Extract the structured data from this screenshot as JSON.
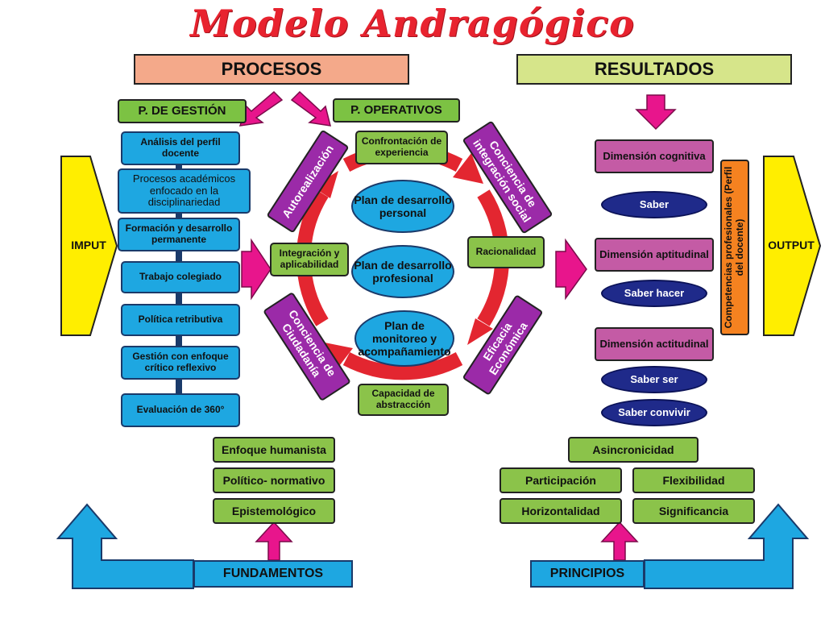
{
  "title": "Modelo Andragógico",
  "headers": {
    "procesos": "PROCESOS",
    "resultados": "RESULTADOS"
  },
  "p_gestion": {
    "label": "P. DE GESTIÓN",
    "items": [
      "Análisis del perfil docente",
      "Procesos académicos enfocado en la disciplinariedad",
      "Formación y desarrollo permanente",
      "Trabajo colegiado",
      "Política retributiva",
      "Gestión con enfoque crítico reflexivo",
      "Evaluación de 360°"
    ]
  },
  "p_operativos": {
    "label": "P. OPERATIVOS",
    "green_boxes": [
      "Confrontación de experiencia",
      "Racionalidad",
      "Capacidad de abstracción",
      "Integración y aplicabilidad"
    ],
    "purple_boxes": [
      "Autorealización",
      "Conciencia de integración social",
      "Eficacia Económica",
      "Conciencia de Ciudadanía"
    ],
    "plans": [
      "Plan de desarrollo personal",
      "Plan de desarrollo profesional",
      "Plan de monitoreo y acompañamiento"
    ]
  },
  "input_label": "IMPUT",
  "output_label": "OUTPUT",
  "competencias": "Competencias profesionales (Perfil del docente)",
  "dimensiones": [
    {
      "label": "Dimensión cognitiva",
      "saberes": [
        "Saber"
      ]
    },
    {
      "label": "Dimensión aptitudinal",
      "saberes": [
        "Saber hacer"
      ]
    },
    {
      "label": "Dimensión actitudinal",
      "saberes": [
        "Saber ser",
        "Saber convivir"
      ]
    }
  ],
  "fundamentos": {
    "label": "FUNDAMENTOS",
    "items": [
      "Enfoque humanista",
      "Político- normativo",
      "Epistemológico"
    ]
  },
  "principios": {
    "label": "PRINCIPIOS",
    "items": [
      "Asincronicidad",
      "Participación",
      "Flexibilidad",
      "Horizontalidad",
      "Significancia"
    ]
  },
  "colors": {
    "title": "#e8232f",
    "arrow_magenta": "#e8158c",
    "cycle_red": "#e32630",
    "input_yellow": "#ffee00",
    "bar_blue": "#1ea7e1"
  }
}
